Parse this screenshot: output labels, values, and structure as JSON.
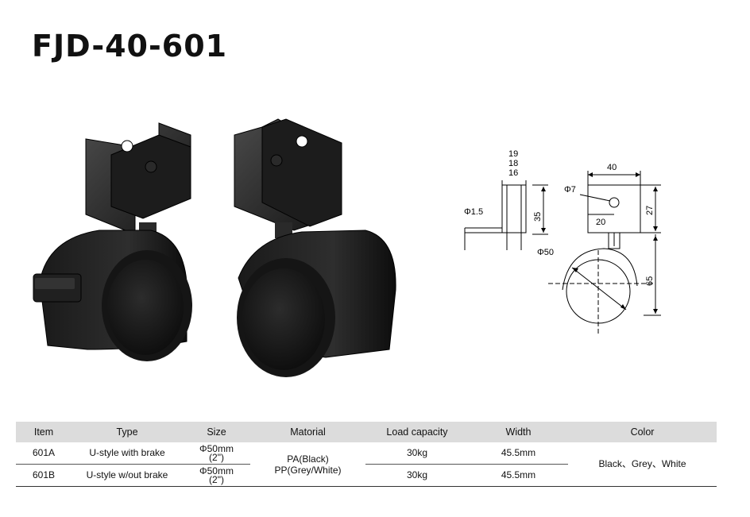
{
  "title": "FJD-40-601",
  "drawing": {
    "labels": {
      "d19": "19",
      "d18": "18",
      "d16": "16",
      "phi1_5": "Φ1.5",
      "h35": "35",
      "w40": "40",
      "phi7": "Φ7",
      "w20": "20",
      "h27": "27",
      "phi50": "Φ50",
      "h65": "65"
    }
  },
  "table": {
    "headers": {
      "item": "Item",
      "type": "Type",
      "size": "Size",
      "material": "Matorial",
      "load": "Load capacity",
      "width": "Width",
      "color": "Color"
    },
    "rows": [
      {
        "item": "601A",
        "type": "U-style with brake",
        "size_line1": "Φ50mm",
        "size_line2": "(2\")",
        "load": "30kg",
        "width": "45.5mm"
      },
      {
        "item": "601B",
        "type": "U-style w/out brake",
        "size_line1": "Φ50mm",
        "size_line2": "(2\")",
        "load": "30kg",
        "width": "45.5mm"
      }
    ],
    "material_line1": "PA(Black)",
    "material_line2": "PP(Grey/White)",
    "color": "Black、Grey、White"
  }
}
